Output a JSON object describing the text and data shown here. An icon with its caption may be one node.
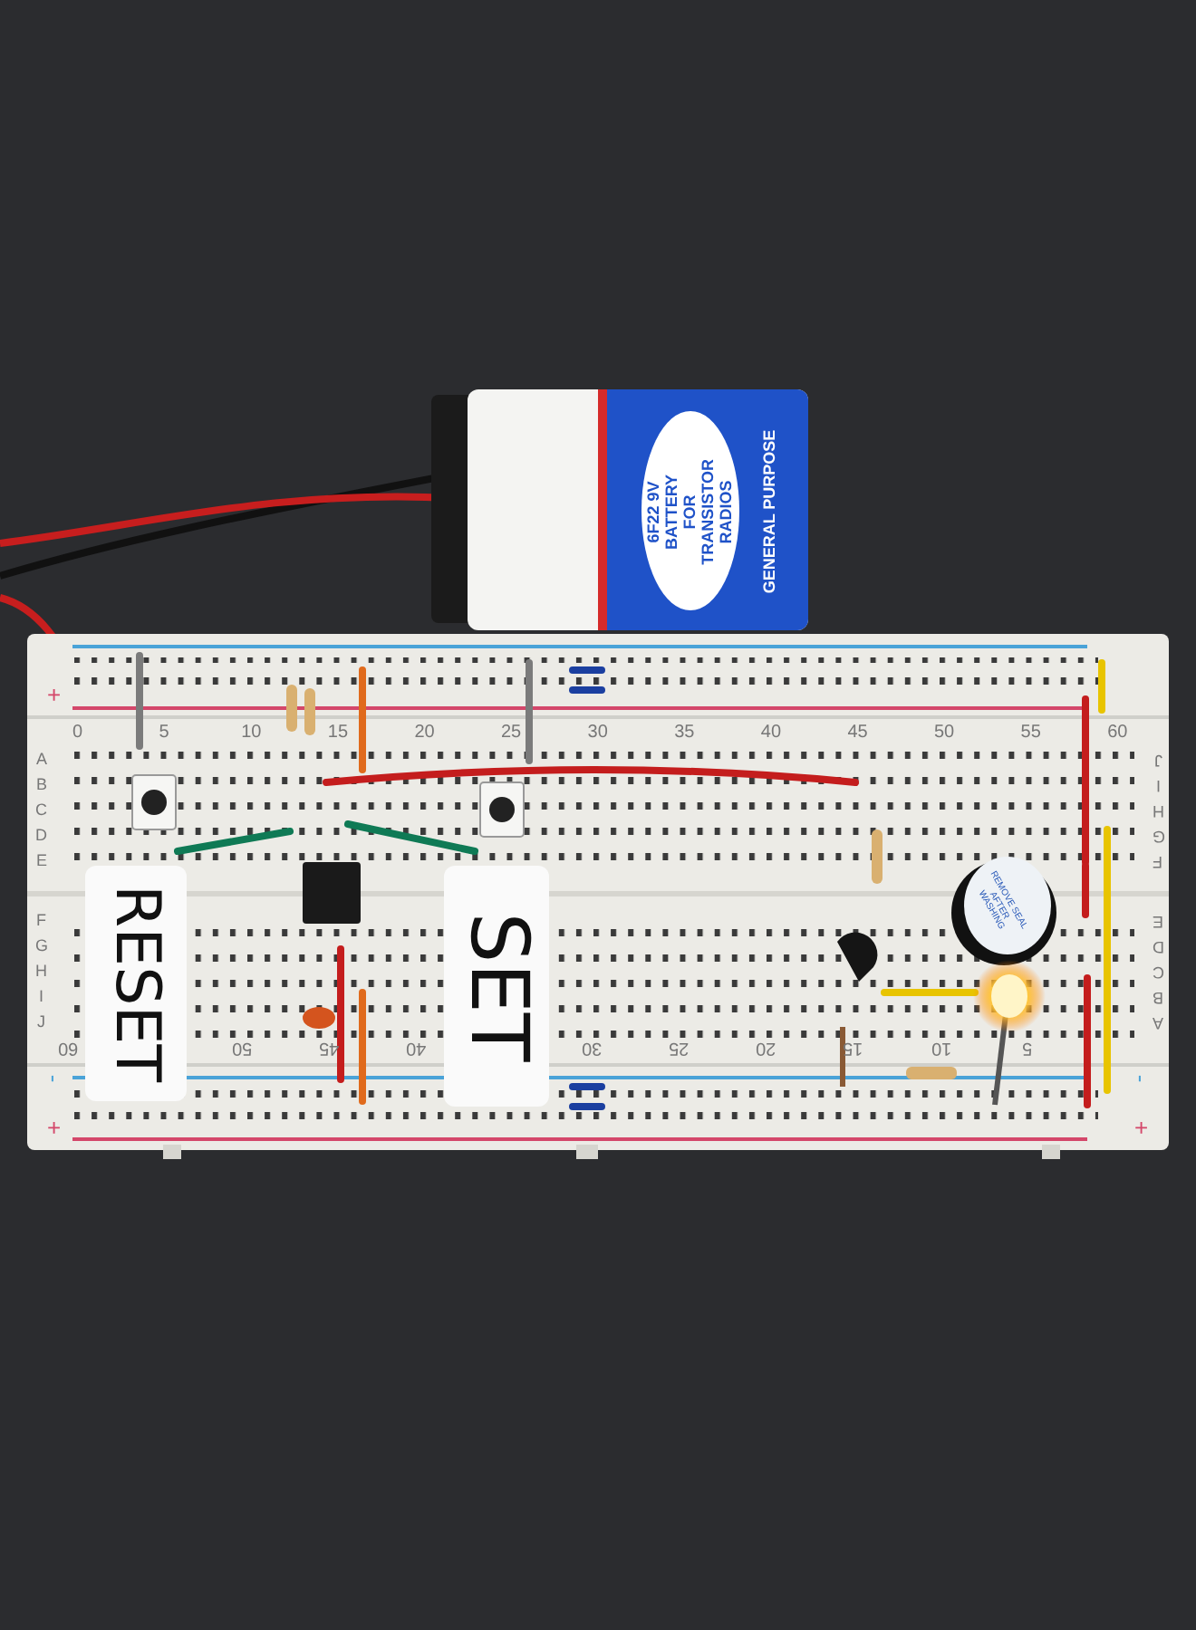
{
  "diagram": {
    "labels": [
      "6F22 9V BATTERY FOR TRANSISTOR RADIOS",
      "GENERAL PURPOSE",
      "+",
      "0",
      "5",
      "10",
      "15",
      "20",
      "25",
      "30",
      "35",
      "40",
      "45",
      "50",
      "55",
      "60",
      "A",
      "B",
      "C",
      "D",
      "E",
      "J",
      "I",
      "H",
      "G",
      "F",
      "REMOVE SEAL AFTER WASHING",
      "RESET",
      "SET",
      "F",
      "G",
      "H",
      "I",
      "J",
      "E",
      "D",
      "C",
      "B",
      "A",
      "60",
      "50",
      "45",
      "40",
      "30",
      "25",
      "20",
      "15",
      "10",
      "5",
      "-",
      "+",
      "-",
      "+"
    ]
  }
}
